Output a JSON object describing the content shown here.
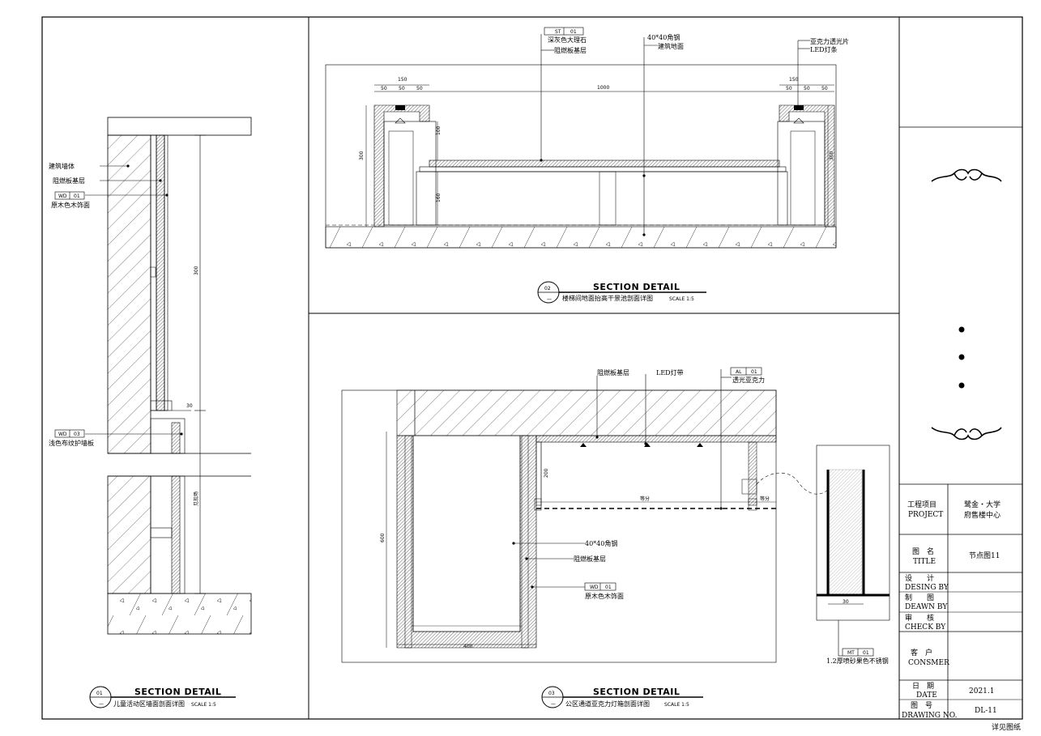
{
  "details": [
    {
      "num": "01",
      "heading": "SECTION DETAIL",
      "caption": "儿童活动区墙面剖面详图",
      "scale": "SCALE 1:5",
      "labels": {
        "wall": "建筑墙体",
        "board": "阻燃板基层",
        "tag1_a": "WD",
        "tag1_b": "01",
        "wood": "原木色木饰面",
        "tag2_a": "WD",
        "tag2_b": "03",
        "fabric": "浅色布纹护墙板"
      },
      "dims": {
        "height": "300",
        "small": "30",
        "low": "见现场"
      }
    },
    {
      "num": "02",
      "heading": "SECTION DETAIL",
      "caption": "楼梯间地面抬高干景池剖面详图",
      "scale": "SCALE 1:5",
      "labels": {
        "tag_a": "ST",
        "tag_b": "01",
        "marble": "深灰色大理石",
        "board": "阻燃板基层",
        "steel": "40*40角钢",
        "floor": "建筑地面",
        "acrylic": "亚克力透光片",
        "led": "LED灯条"
      },
      "dims": {
        "w150a": "150",
        "w150b": "150",
        "d50a": "50",
        "d50b": "50",
        "d50c": "50",
        "d50d": "50",
        "d50e": "50",
        "d50f": "50",
        "span": "1000",
        "h300a": "300",
        "h300b": "300",
        "h100": "100",
        "h160": "160"
      }
    },
    {
      "num": "03",
      "heading": "SECTION DETAIL",
      "caption": "公区通道亚克力灯箱剖面详图",
      "scale": "SCALE 1:5",
      "labels": {
        "board_top": "阻燃板基层",
        "led": "LED灯带",
        "tag_a": "AL",
        "tag_b": "01",
        "acrylic": "透光亚克力",
        "steel": "40*40角钢",
        "board": "阻燃板基层",
        "tag2_a": "WD",
        "tag2_b": "01",
        "wood": "原木色木饰面",
        "tag3_a": "MT",
        "tag3_b": "01",
        "steel_strip": "1.2厚喷砂果色不锈钢"
      },
      "dims": {
        "w400": "400",
        "h600": "600",
        "h200": "200",
        "span": "等分",
        "small": "30",
        "side": "等分"
      }
    }
  ],
  "titleblock": {
    "project_label": "工程项目",
    "project_label_en": "PROJECT",
    "project_value_1": "鹭金・大学",
    "project_value_2": "府售楼中心",
    "title_label": "图　名",
    "title_label_en": "TITLE",
    "title_value": "节点图11",
    "design_label": "设　　计",
    "design_en": "DESING BY",
    "drawn_label": "制　　图",
    "drawn_en": "DEAWN  BY",
    "check_label": "审　　核",
    "check_en": "CHECK  BY",
    "client_label": "客　户",
    "client_en": "CONSMER",
    "date_label": "日　期",
    "date_en": "DATE",
    "date_value": "2021.1",
    "no_label": "图　号",
    "no_en": "DRAWING NO.",
    "no_value": "DL-11"
  },
  "footer": "详见图纸"
}
